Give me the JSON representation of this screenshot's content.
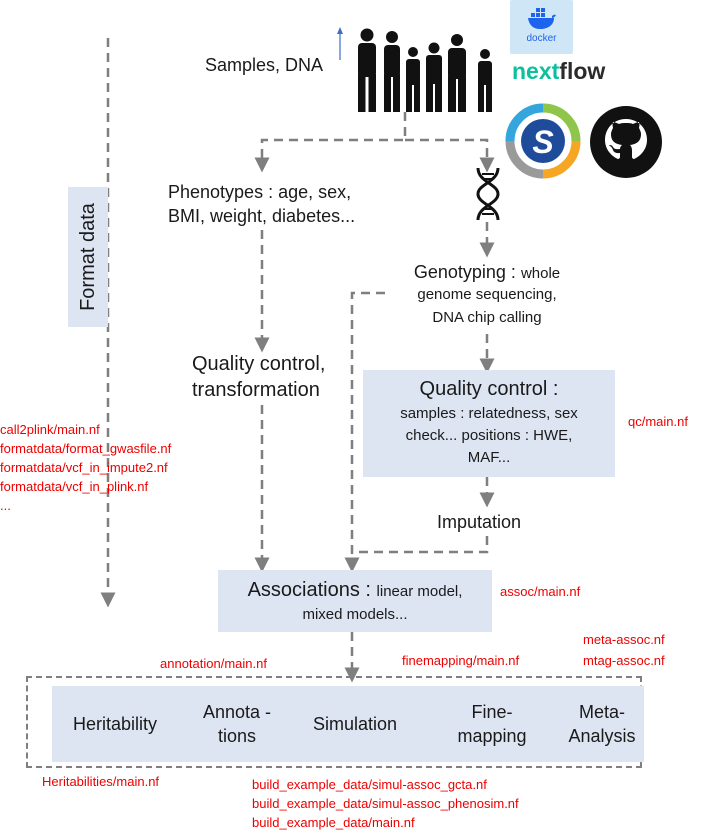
{
  "format_data_label": "Format data",
  "samples_label": "Samples, DNA",
  "logos": {
    "docker": "docker",
    "nextflow_a": "next",
    "nextflow_b": "flow",
    "singularity_letter": "S"
  },
  "phenotypes": {
    "line1": "Phenotypes : age, sex,",
    "line2": "BMI, weight, diabetes..."
  },
  "genotyping": {
    "title": "Genotyping :",
    "line1_rest": "whole",
    "line2": "genome sequencing,",
    "line3": "DNA chip calling"
  },
  "qc_left": {
    "line1": "Quality control,",
    "line2": "transformation"
  },
  "qc_box": {
    "title": "Quality control :",
    "line1": "samples : relatedness, sex",
    "line2": "check... positions : HWE,",
    "line3": "MAF..."
  },
  "imputation": "Imputation",
  "associations": {
    "title": "Associations :",
    "line1_rest": "linear model,",
    "line2": "mixed models..."
  },
  "scripts": {
    "format": [
      "call2plink/main.nf",
      "formatdata/format_gwasfile.nf",
      "formatdata/vcf_in_impute2.nf",
      "formatdata/vcf_in_plink.nf",
      "..."
    ],
    "qc": "qc/main.nf",
    "assoc": "assoc/main.nf",
    "meta": [
      "meta-assoc.nf",
      "mtag-assoc.nf"
    ],
    "annotation": "annotation/main.nf",
    "finemapping": "finemapping/main.nf",
    "heritability": "Heritabilities/main.nf",
    "simulation": [
      "build_example_data/simul-assoc_gcta.nf",
      "build_example_data/simul-assoc_phenosim.nf",
      "build_example_data/main.nf"
    ]
  },
  "analyses": {
    "heritability": "Heritability",
    "annotation_a": "Annota -",
    "annotation_b": "tions",
    "simulation": "Simulation",
    "finemapping_a": "Fine-",
    "finemapping_b": "mapping",
    "meta_a": "Meta-",
    "meta_b": "Analysis"
  },
  "colors": {
    "red_text": "#ee0000",
    "box_fill": "#dde5f3",
    "arrow": "#7f7f7f",
    "people": "#111111"
  }
}
